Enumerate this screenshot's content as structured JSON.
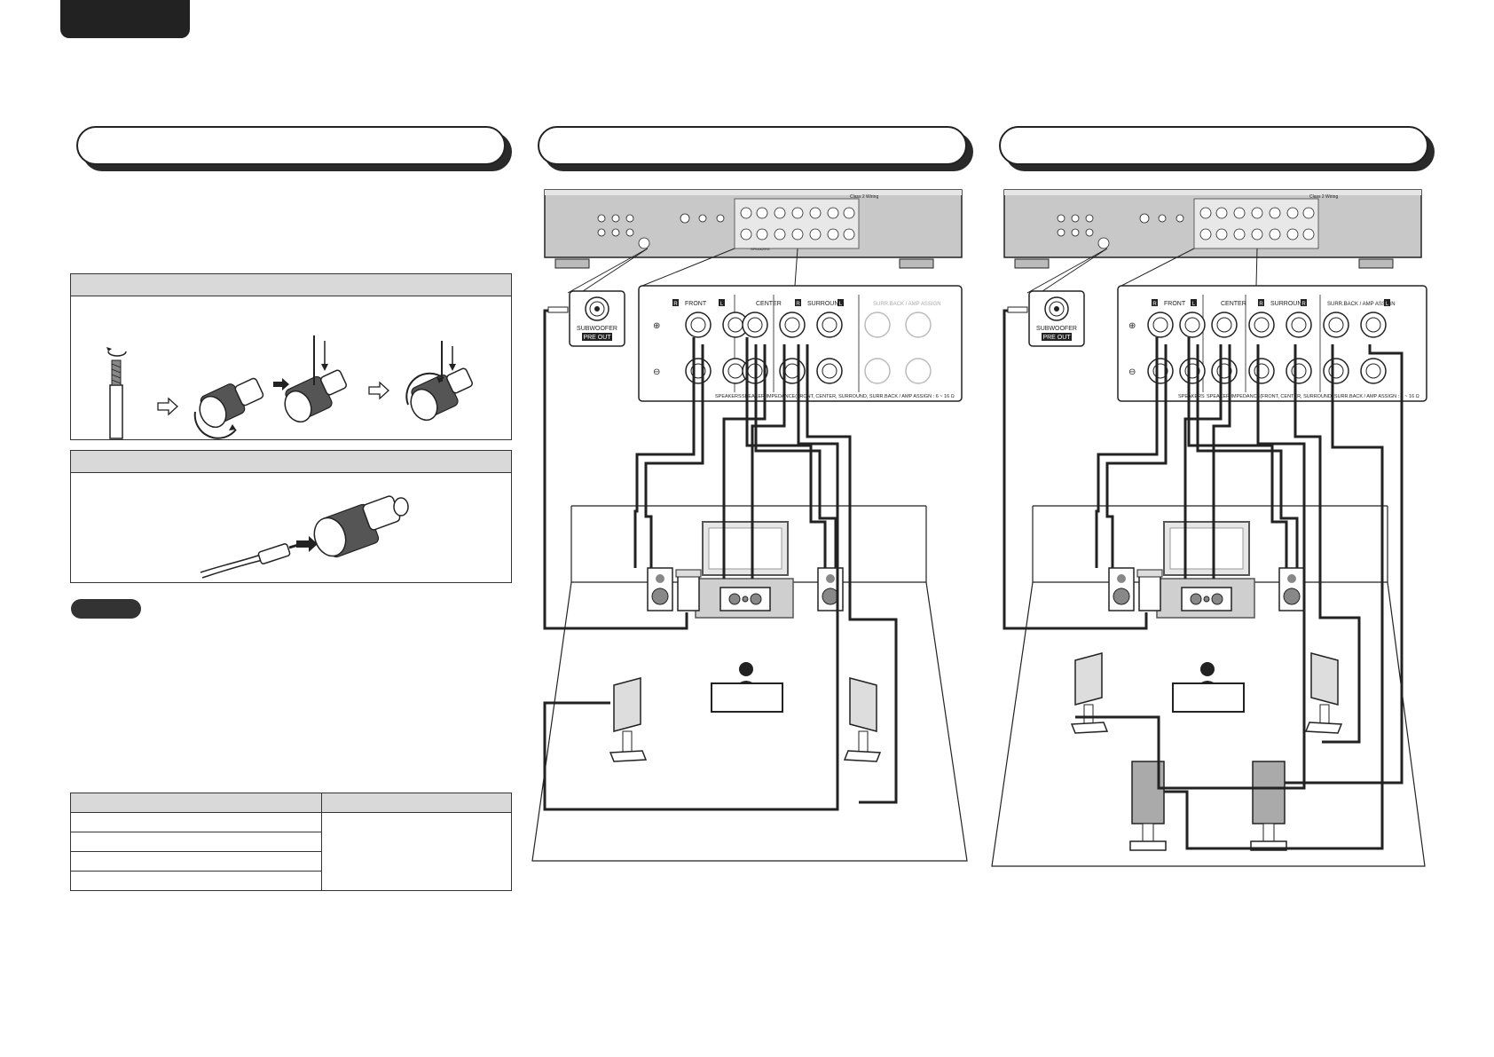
{
  "receiver": {
    "front_label": "FRONT",
    "center_label": "CENTER",
    "surround_label": "SURROUND",
    "surround_back_label": "SURR.BACK / AMP ASSIGN",
    "channel_r": "R",
    "channel_l": "L",
    "speakers_label": "SPEAKERS",
    "impedance_note": "SPEAKER IMPEDANCE(FRONT, CENTER, SURROUND, SURR.BACK / AMP ASSIGN : 6 ~ 16 Ω",
    "zone_wiring": "Class 2 Wiring"
  },
  "subwoofer": {
    "label_line1": "SUBWOOFER",
    "label_line2": "PRE OUT"
  },
  "colors": {
    "ink": "#222222",
    "panel_gray": "#d9d9d9",
    "receiver_gray": "#c8c8c8",
    "speaker_gray": "#bdbdbd",
    "tv_gray": "#cfcfcf"
  },
  "icons": {
    "twist": "twist-arrow-icon",
    "step_arrow": "hollow-arrow-icon",
    "press_arrow": "down-arrow-icon"
  }
}
